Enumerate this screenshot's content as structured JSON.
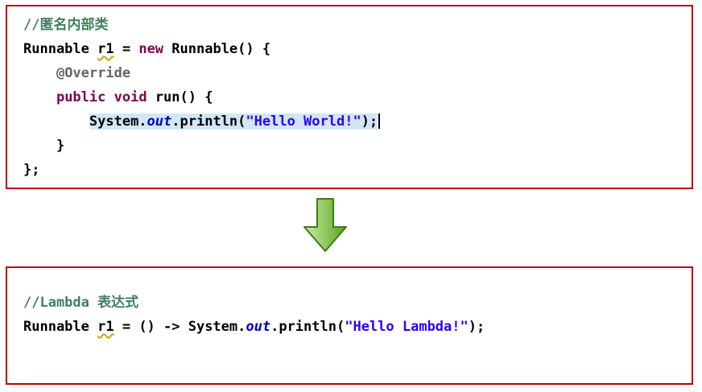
{
  "colors": {
    "border": "#c00000",
    "plain": "#000000",
    "comment": "#3F7F5F",
    "keyword": "#7F0055",
    "string": "#2A00FF",
    "annotation": "#646464",
    "field": "#0000C0",
    "warn_underline": "#cfa500",
    "highlight_bg": "#d2e6f7",
    "arrow_light": "#cdeca6",
    "arrow_fill": "#57a21e",
    "arrow_border": "#3e7c14"
  },
  "arrow": {
    "direction": "down"
  },
  "blocks": [
    {
      "name": "anonymous-inner-class-code",
      "lines": [
        {
          "tokens": [
            {
              "t": "comment",
              "v": "//匿名内部类"
            }
          ]
        },
        {
          "tokens": [
            {
              "t": "plain",
              "v": "Runnable "
            },
            {
              "t": "warn",
              "v": "r1"
            },
            {
              "t": "plain",
              "v": " = "
            },
            {
              "t": "keyword",
              "v": "new"
            },
            {
              "t": "plain",
              "v": " Runnable() {"
            }
          ]
        },
        {
          "tokens": [
            {
              "t": "plain",
              "v": "    "
            },
            {
              "t": "annotation",
              "v": "@Override"
            }
          ]
        },
        {
          "tokens": [
            {
              "t": "plain",
              "v": "    "
            },
            {
              "t": "keyword",
              "v": "public"
            },
            {
              "t": "plain",
              "v": " "
            },
            {
              "t": "keyword",
              "v": "void"
            },
            {
              "t": "plain",
              "v": " run() {"
            }
          ]
        },
        {
          "tokens": [
            {
              "t": "plain",
              "v": "        "
            },
            {
              "t": "plain",
              "v": "System.",
              "hl": true
            },
            {
              "t": "field",
              "v": "out",
              "hl": true
            },
            {
              "t": "plain",
              "v": ".println(",
              "hl": true
            },
            {
              "t": "string",
              "v": "\"Hello World!\"",
              "hl": true
            },
            {
              "t": "plain",
              "v": ");",
              "hl": true
            },
            {
              "t": "caret"
            }
          ]
        },
        {
          "tokens": [
            {
              "t": "plain",
              "v": "    }"
            }
          ]
        },
        {
          "tokens": [
            {
              "t": "plain",
              "v": "};"
            }
          ]
        }
      ]
    },
    {
      "name": "lambda-expression-code",
      "lines": [
        {
          "tokens": [
            {
              "t": "comment",
              "v": "//Lambda 表达式"
            }
          ]
        },
        {
          "tokens": [
            {
              "t": "plain",
              "v": "Runnable "
            },
            {
              "t": "warn",
              "v": "r1"
            },
            {
              "t": "plain",
              "v": " = () -> System."
            },
            {
              "t": "field",
              "v": "out"
            },
            {
              "t": "plain",
              "v": ".println("
            },
            {
              "t": "string",
              "v": "\"Hello Lambda!\""
            },
            {
              "t": "plain",
              "v": ");"
            }
          ]
        }
      ]
    }
  ]
}
